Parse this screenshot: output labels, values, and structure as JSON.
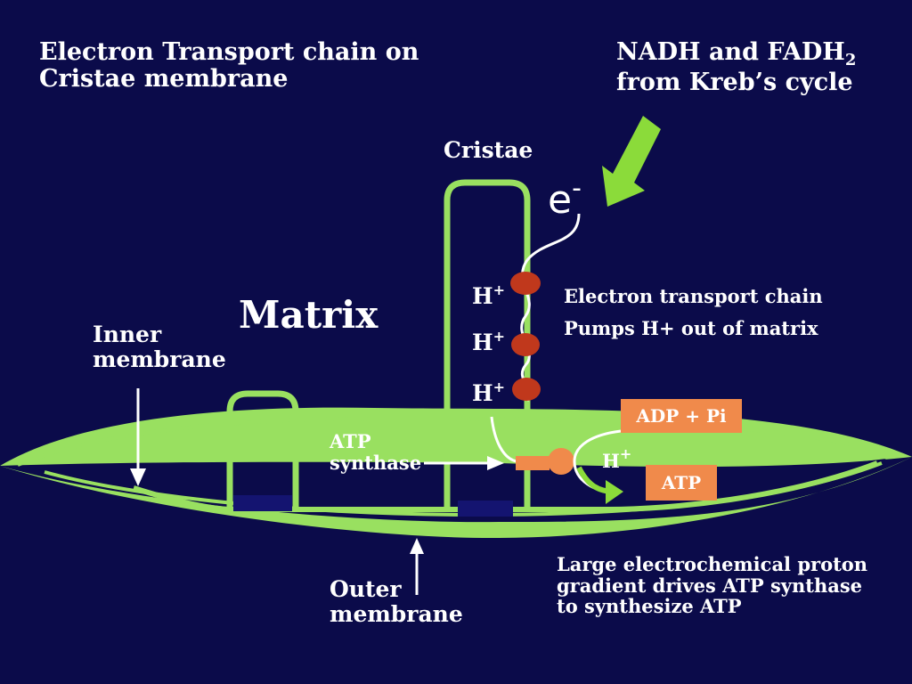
{
  "title": [
    "Electron Transport chain on",
    "Cristae membrane"
  ],
  "nadh_label": {
    "line1": "NADH and FADH",
    "sub": "2",
    "line2": "from Kreb’s cycle"
  },
  "cristae_label": "Cristae",
  "matrix_label": "Matrix",
  "inner_membrane_label": [
    "Inner",
    "membrane"
  ],
  "electron_label": {
    "base": "e",
    "sup": "-"
  },
  "proton_label": {
    "base": "H",
    "sup": "+"
  },
  "etc_description": [
    "Electron transport chain",
    "Pumps H+ out of matrix"
  ],
  "atp_synthase_label": [
    "ATP",
    "synthase"
  ],
  "adp_pi_label": "ADP + Pi",
  "atp_label": "ATP",
  "outer_membrane_label": [
    "Outer",
    "membrane"
  ],
  "gradient_description": [
    "Large electrochemical proton",
    "gradient drives ATP synthase",
    "to synthesize ATP"
  ],
  "colors": {
    "background": "#0b0b4a",
    "membrane": "#99e060",
    "arrow": "#8bdb3a",
    "protein": "#c0381c",
    "synthase": "#f08a4b",
    "text": "#ffffff"
  }
}
